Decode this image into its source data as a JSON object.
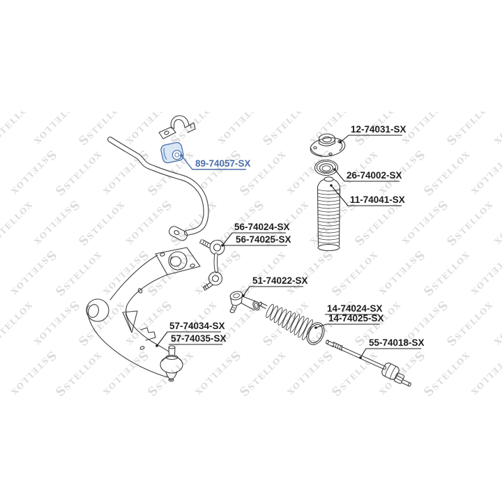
{
  "watermark": {
    "logo": "S",
    "text": "STELLOX",
    "color": "#dcdcdc"
  },
  "colors": {
    "line": "#3c3c3c",
    "label_text": "#1c1c1c",
    "highlight": "#4a6fa8",
    "highlight_fill": "#d9e6f4",
    "background": "#ffffff"
  },
  "diagram": {
    "selected": {
      "text": "89-74057-SX",
      "part": "stabilizer-bar-bushing"
    },
    "labels": [
      {
        "text": "12-74031-SX",
        "part": "strut-mount"
      },
      {
        "text": "26-74002-SX",
        "part": "strut-bearing"
      },
      {
        "text": "11-74041-SX",
        "part": "shock-dust-boot"
      },
      {
        "text": "56-74024-SX",
        "part": "stabilizer-link"
      },
      {
        "text": "56-74025-SX",
        "part": "stabilizer-link"
      },
      {
        "text": "51-74022-SX",
        "part": "tie-rod-end"
      },
      {
        "text": "14-74024-SX",
        "part": "steering-rack-boot"
      },
      {
        "text": "14-74025-SX",
        "part": "steering-rack-boot"
      },
      {
        "text": "57-74034-SX",
        "part": "control-arm"
      },
      {
        "text": "57-74035-SX",
        "part": "control-arm"
      },
      {
        "text": "55-74018-SX",
        "part": "inner-tie-rod"
      }
    ]
  }
}
